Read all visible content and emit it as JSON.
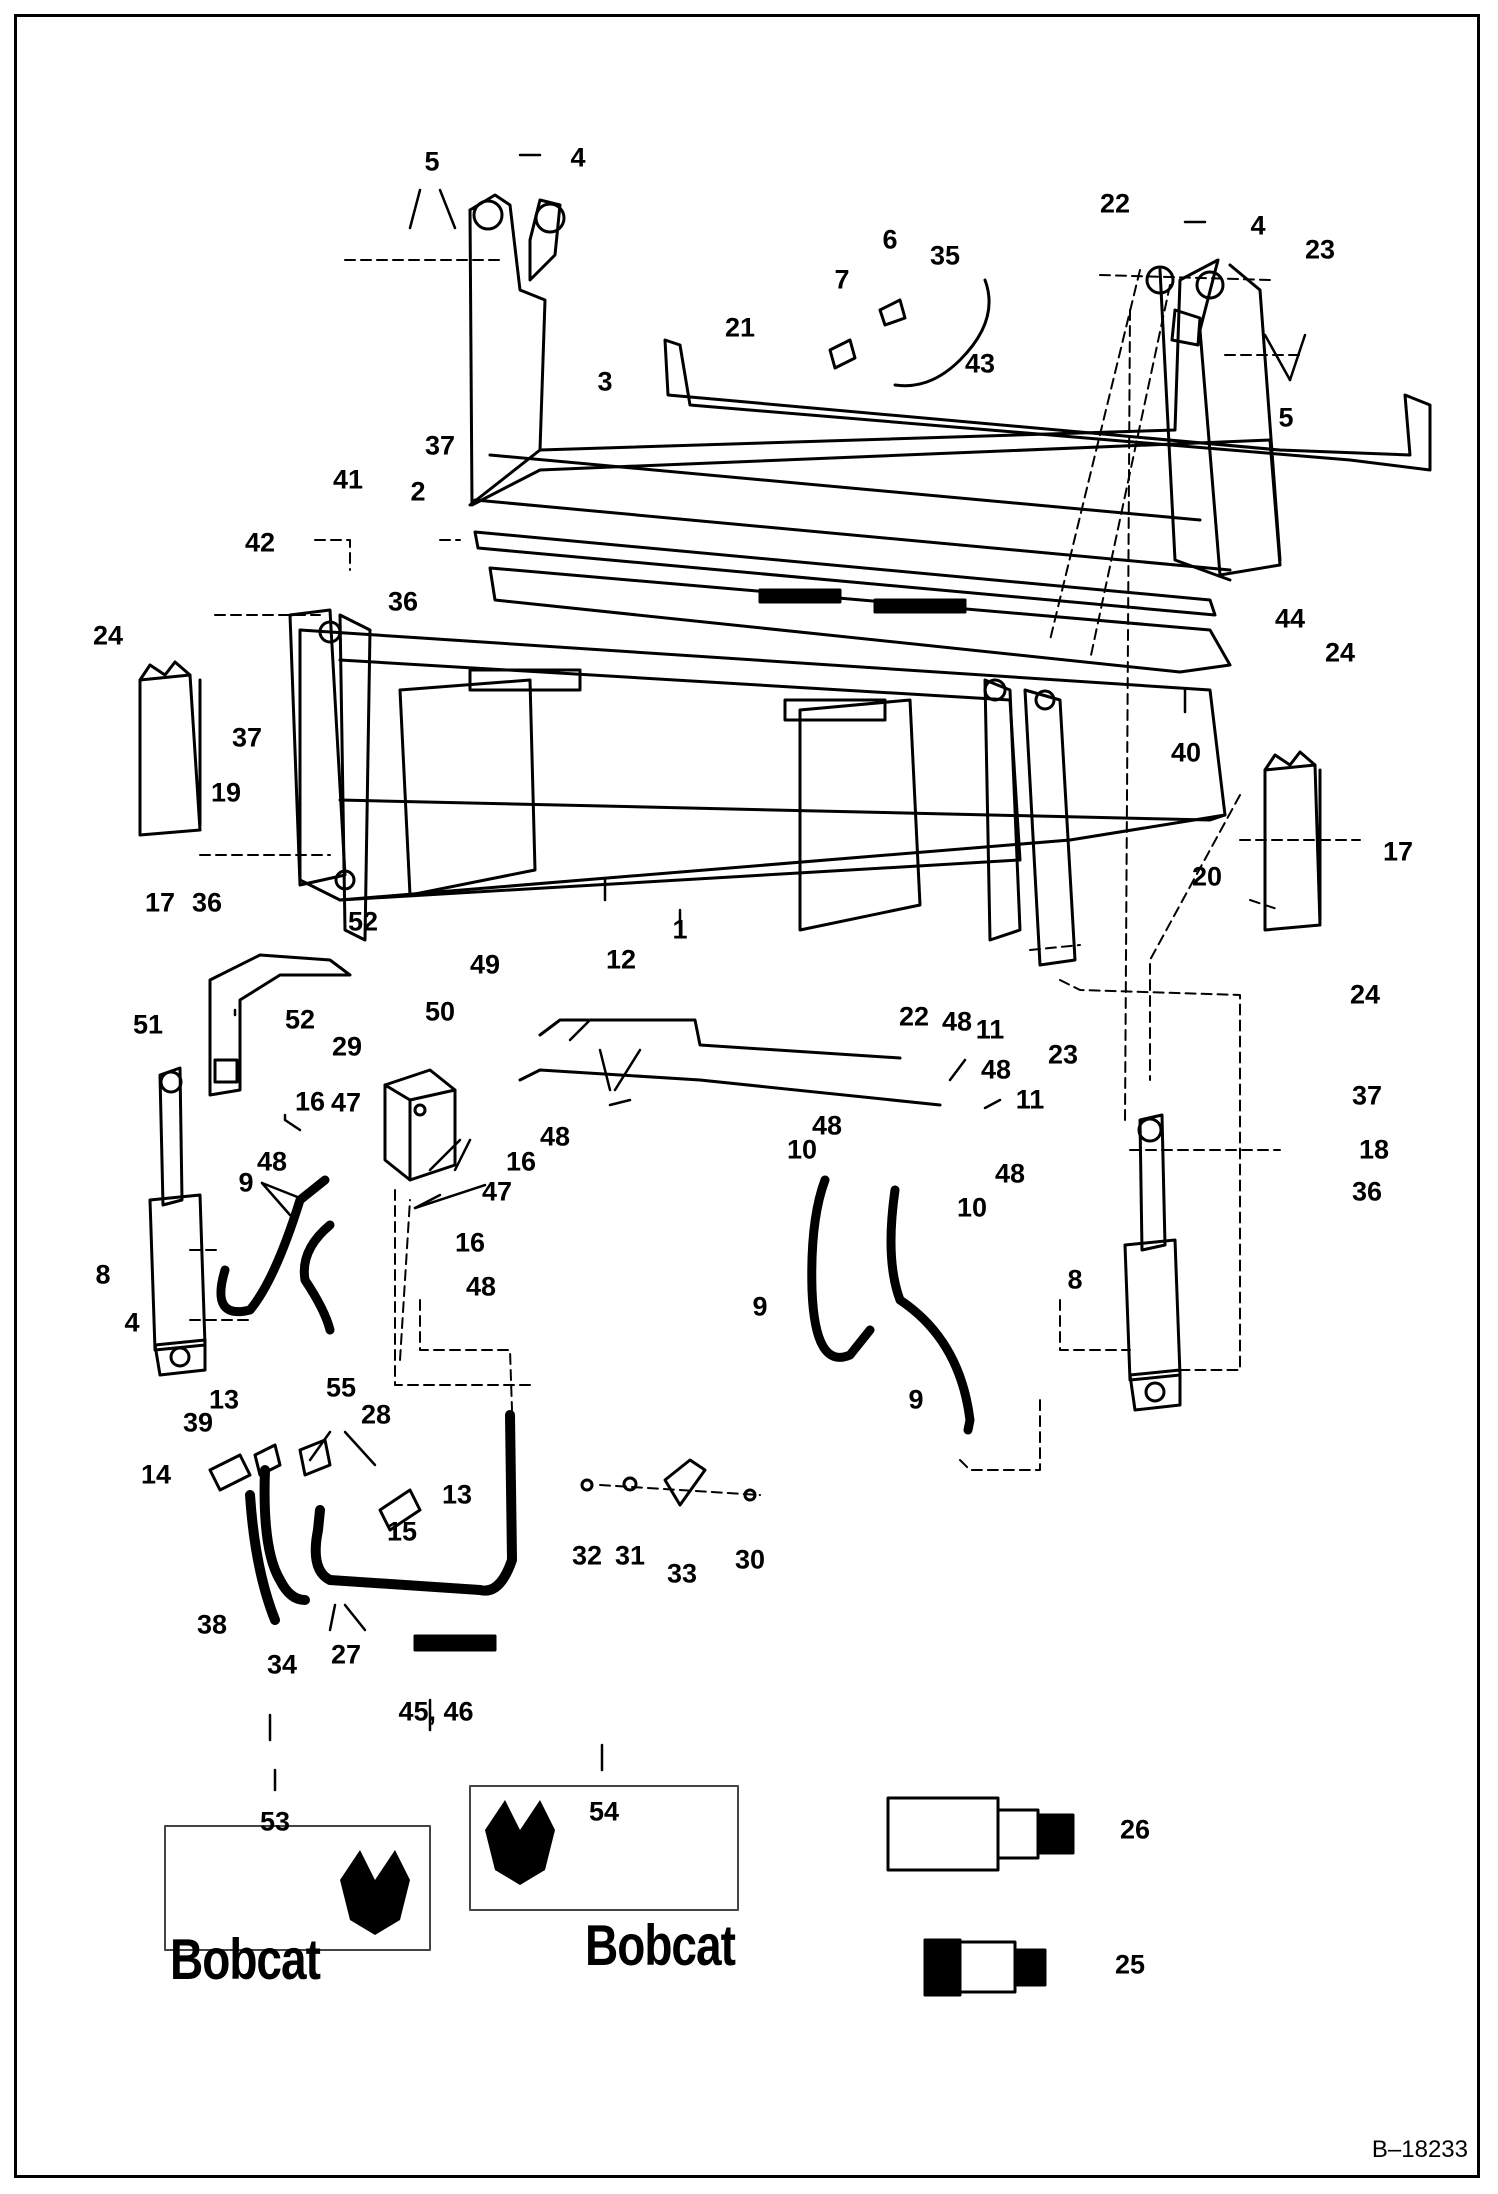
{
  "document_code": "B–18233",
  "decal_brand": "Bobcat",
  "callouts": {
    "c1": "1",
    "c2": "2",
    "c3": "3",
    "c4a": "4",
    "c4b": "4",
    "c4c": "4",
    "c5a": "5",
    "c5b": "5",
    "c6": "6",
    "c7": "7",
    "c8a": "8",
    "c8b": "8",
    "c9a": "9",
    "c9b": "9",
    "c9c": "9",
    "c10a": "10",
    "c10b": "10",
    "c11a": "11",
    "c11b": "11",
    "c12": "12",
    "c13a": "13",
    "c13b": "13",
    "c14": "14",
    "c15": "15",
    "c16a": "16",
    "c16b": "16",
    "c16c": "16",
    "c17a": "17",
    "c17b": "17",
    "c18": "18",
    "c19": "19",
    "c20": "20",
    "c21": "21",
    "c22a": "22",
    "c22b": "22",
    "c23a": "23",
    "c23b": "23",
    "c24a": "24",
    "c24b": "24",
    "c24c": "24",
    "c25": "25",
    "c26": "26",
    "c27": "27",
    "c28": "28",
    "c29": "29",
    "c30": "30",
    "c31": "31",
    "c32": "32",
    "c33": "33",
    "c34": "34",
    "c35": "35",
    "c36a": "36",
    "c36b": "36",
    "c36c": "36",
    "c37a": "37",
    "c37b": "37",
    "c37c": "37",
    "c38": "38",
    "c39": "39",
    "c40": "40",
    "c41": "41",
    "c42": "42",
    "c43": "43",
    "c44": "44",
    "c4546": "45, 46",
    "c47a": "47",
    "c47b": "47",
    "c48a": "48",
    "c48b": "48",
    "c48c": "48",
    "c48d": "48",
    "c48e": "48",
    "c48f": "48",
    "c48g": "48",
    "c49": "49",
    "c50": "50",
    "c51": "51",
    "c52a": "52",
    "c52b": "52",
    "c53": "53",
    "c54": "54",
    "c55": "55"
  }
}
